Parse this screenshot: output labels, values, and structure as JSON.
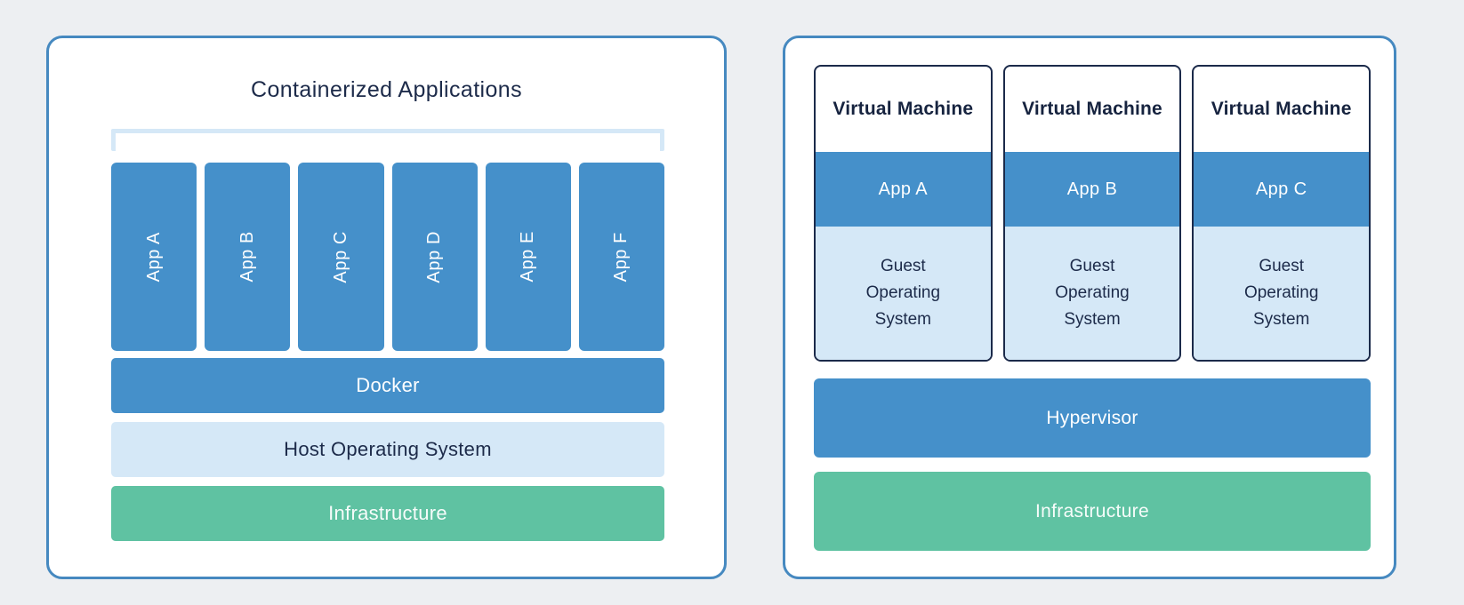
{
  "colors": {
    "page_background": "#edeff2",
    "panel_border": "#4689c0",
    "block_blue": "#4590ca",
    "block_light_blue": "#d5e8f7",
    "block_green": "#5fc2a2",
    "text_navy": "#1d2b4a",
    "text_white": "#ffffff",
    "vm_card_border": "#1b2a4a"
  },
  "left_panel": {
    "title": "Containerized Applications",
    "apps": [
      "App A",
      "App B",
      "App C",
      "App D",
      "App E",
      "App F"
    ],
    "layers": [
      {
        "label": "Docker"
      },
      {
        "label": "Host Operating System"
      },
      {
        "label": "Infrastructure"
      }
    ]
  },
  "right_panel": {
    "vms": [
      {
        "title": "Virtual Machine",
        "app": "App A",
        "os": "Guest Operating System"
      },
      {
        "title": "Virtual Machine",
        "app": "App B",
        "os": "Guest Operating System"
      },
      {
        "title": "Virtual Machine",
        "app": "App C",
        "os": "Guest Operating System"
      }
    ],
    "layers": [
      {
        "label": "Hypervisor"
      },
      {
        "label": "Infrastructure"
      }
    ]
  }
}
